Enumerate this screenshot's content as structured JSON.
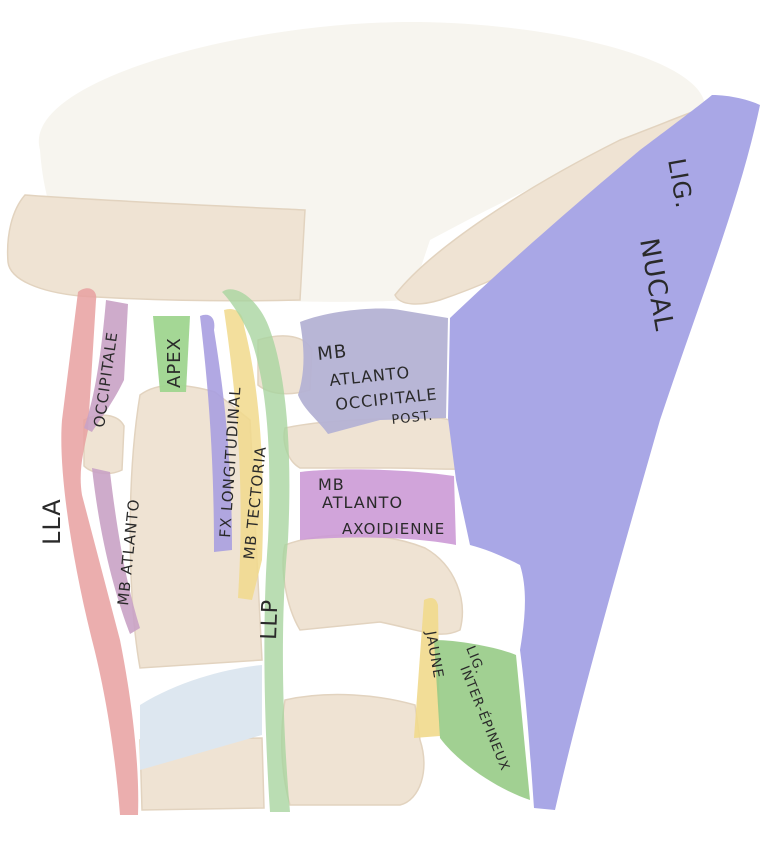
{
  "labels": {
    "lig_nucal_1": "LIG.",
    "lig_nucal_2": "NUCAL",
    "lla": "LLA",
    "occipitale": "OCCIPITALE",
    "mb_atlanto_ant": "MB ATLANTO",
    "apex": "APEX",
    "fx_longitudinal": "FX LONGITUDINAL",
    "mb_tectoria": "MB TECTORIA",
    "llp": "LLP",
    "mb_ao_post_1": "MB",
    "mb_ao_post_2": "ATLANTO",
    "mb_ao_post_3": "OCCIPITALE",
    "mb_ao_post_4": "POST.",
    "mb_aa_1": "MB",
    "mb_aa_2": "ATLANTO",
    "mb_aa_3": "AXOIDIENNE",
    "jaune": "JAUNE",
    "inter_1": "LIG.",
    "inter_2": "INTER-ÉPINEUX"
  },
  "colors": {
    "bone": "#efe3d3",
    "bone_edge": "#e2d3bf",
    "skull": "#f7f5ef",
    "disc": "#dde7f0",
    "lla": "#e8a0a0",
    "occipitale": "#c9a2c5",
    "apex": "#9fd58f",
    "fx_longitudinal": "#a99ee0",
    "mb_tectoria": "#f1d98c",
    "llp": "#a9d5a0",
    "mb_ao_post": "#b4b2d4",
    "mb_aa": "#cc9ad6",
    "jaune": "#f1d98c",
    "inter_epineux": "#97cb86",
    "lig_nucal": "#a9a7e6"
  }
}
